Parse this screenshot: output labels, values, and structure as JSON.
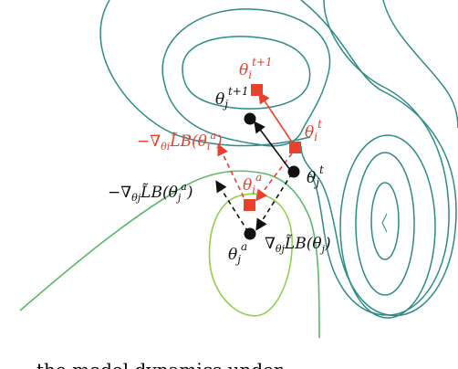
{
  "colors": {
    "contour": "#2e8b86",
    "contour_light": "#8fd04c",
    "contour_mid": "#59b86a",
    "red": "#e8412c",
    "black": "#111111"
  },
  "labels": {
    "theta_i_t1": {
      "base": "θ",
      "sub": "i",
      "sup": "t+1"
    },
    "theta_j_t1": {
      "base": "θ",
      "sub": "j",
      "sup": "t+1"
    },
    "theta_i_t": {
      "base": "θ",
      "sub": "i",
      "sup": "t"
    },
    "theta_j_t": {
      "base": "θ",
      "sub": "j",
      "sup": "t"
    },
    "theta_i_a": {
      "base": "θ",
      "sub": "i",
      "sup": "a"
    },
    "theta_j_a": {
      "base": "θ",
      "sub": "j",
      "sup": "a"
    },
    "grad_red": {
      "prefix": "−∇",
      "sub": "θi",
      "body": "L̃B(θ",
      "arg_sub": "i",
      "arg_sup": "a",
      "close": ")"
    },
    "grad_black": {
      "prefix": "−∇",
      "sub": "θj",
      "body": "L̃B(θ",
      "arg_sub": "j",
      "arg_sup": "a",
      "close": ")"
    },
    "grad_bottom": {
      "prefix": "∇",
      "sub": "θj",
      "body": "L̃B(θ",
      "arg_sub": "j",
      "close": ")"
    }
  },
  "caption_fragment": "the model dynamics under"
}
